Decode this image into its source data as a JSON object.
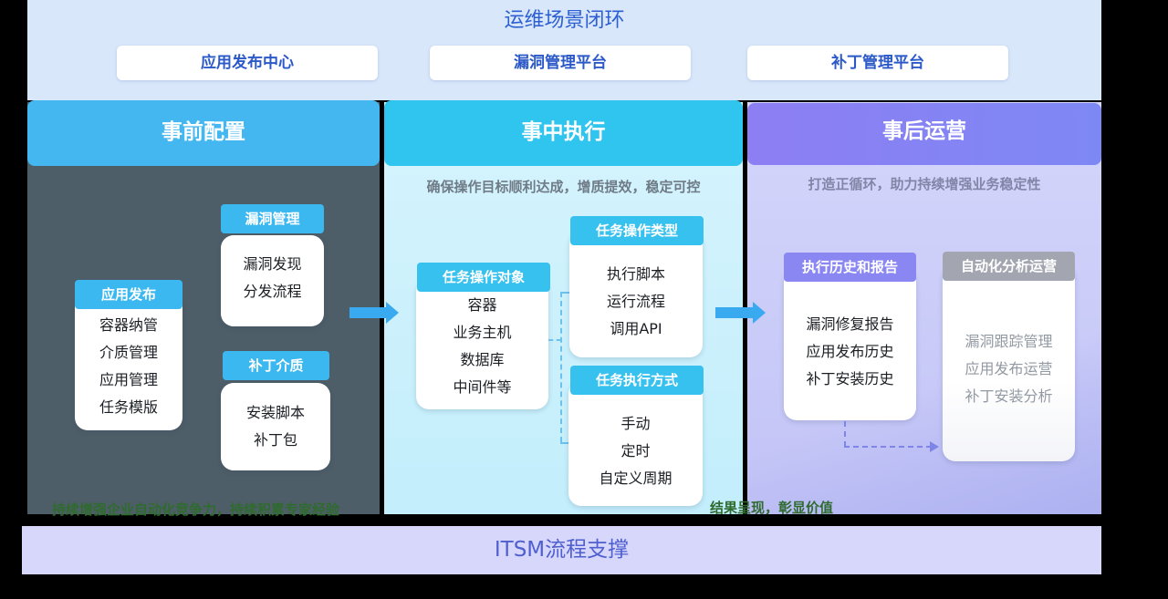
{
  "title": "运维场景闭环",
  "platforms": [
    "应用发布中心",
    "漏洞管理平台",
    "补丁管理平台"
  ],
  "columns": {
    "pre": {
      "heading": "事前配置",
      "app_publish": {
        "tag": "应用发布",
        "items": [
          "容器纳管",
          "介质管理",
          "应用管理",
          "任务模版"
        ]
      },
      "vuln_mgmt": {
        "tag": "漏洞管理",
        "items": [
          "漏洞发现",
          "分发流程"
        ]
      },
      "patch_media": {
        "tag": "补丁介质",
        "items": [
          "安装脚本",
          "补丁包"
        ]
      },
      "footer": "持续增强企业自动化竞争力，持续积累专家经验"
    },
    "mid": {
      "heading": "事中执行",
      "subtitle": "确保操作目标顺利达成，增质提效，稳定可控",
      "targets": {
        "tag": "任务操作对象",
        "items": [
          "容器",
          "业务主机",
          "数据库",
          "中间件等"
        ]
      },
      "op_types": {
        "tag": "任务操作类型",
        "items": [
          "执行脚本",
          "运行流程",
          "调用API"
        ]
      },
      "exec_modes": {
        "tag": "任务执行方式",
        "items": [
          "手动",
          "定时",
          "自定义周期"
        ]
      }
    },
    "post": {
      "heading": "事后运营",
      "subtitle": "打造正循环，助力持续增强业务稳定性",
      "history": {
        "tag": "执行历史和报告",
        "items": [
          "漏洞修复报告",
          "应用发布历史",
          "补丁安装历史"
        ]
      },
      "analysis": {
        "tag": "自动化分析运营",
        "items": [
          "漏洞跟踪管理",
          "应用发布运营",
          "补丁安装分析"
        ]
      },
      "footer": "结果呈现，彰显价值"
    }
  },
  "bottom_bar": "ITSM流程支撑",
  "colors": {
    "blue_tag": "#3cb8f0",
    "purple_tag": "#8a86f2",
    "gray_tag": "#a3a6b0",
    "dark_panel": "#4e5e68"
  }
}
